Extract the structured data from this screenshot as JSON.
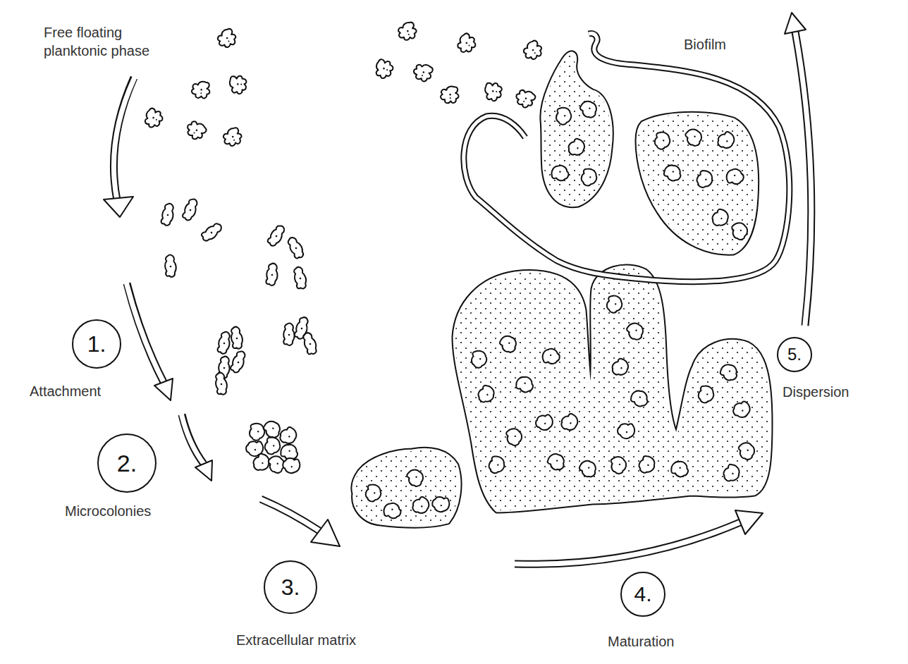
{
  "diagram": {
    "nodes": [
      {
        "text": [
          "1."
        ]
      },
      {
        "text": [
          "2."
        ]
      },
      {
        "text": [
          "3."
        ]
      },
      {
        "text": [
          "4."
        ]
      },
      {
        "text": [
          "5."
        ]
      }
    ],
    "labels": [
      "Free floating planktonic phase",
      "Biofilm",
      "Attachment",
      "Microcolonies",
      "Extracellular matrix",
      "Maturation",
      "Dispersion"
    ]
  }
}
